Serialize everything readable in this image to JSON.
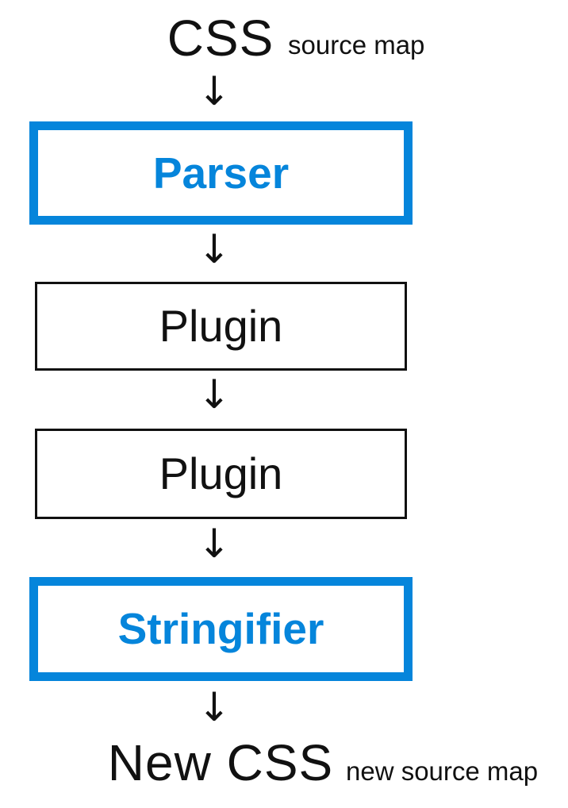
{
  "diagram": {
    "input": {
      "main_label": "CSS",
      "annotation": "source map"
    },
    "output": {
      "main_label": "New CSS",
      "annotation": "new source map"
    },
    "nodes": [
      {
        "id": "parser",
        "label": "Parser",
        "style": "accent"
      },
      {
        "id": "plugin-1",
        "label": "Plugin",
        "style": "plain"
      },
      {
        "id": "plugin-2",
        "label": "Plugin",
        "style": "plain"
      },
      {
        "id": "stringifier",
        "label": "Stringifier",
        "style": "accent"
      }
    ],
    "arrow_glyph": "↓",
    "colors": {
      "accent": "#0585DB",
      "text": "#111111",
      "background": "#FFFFFF"
    }
  }
}
